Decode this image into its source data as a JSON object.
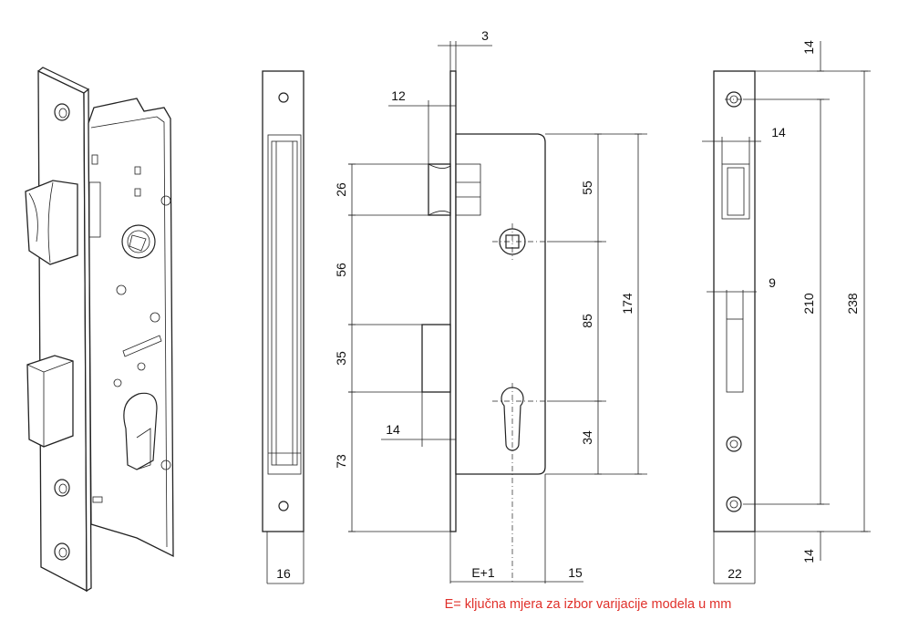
{
  "dimensions": {
    "front_plate_width": "16",
    "backset_label": "E+1",
    "body_offset": "15",
    "faceplate_thickness": "3",
    "latch_projection": "12",
    "latch_height": "26",
    "latch_to_bolt_gap": "56",
    "bolt_height": "35",
    "bolt_to_bottom": "73",
    "bolt_projection": "14",
    "top_to_follower": "55",
    "follower_to_cylinder": "85",
    "cylinder_to_bottom": "34",
    "body_height": "174",
    "strike_top_margin": "14",
    "strike_bottom_margin": "14",
    "strike_hole_spacing": "210",
    "strike_total_height": "238",
    "strike_latch_hole_width": "14",
    "strike_bolt_hole_width": "9",
    "strike_width": "22"
  },
  "footnote": "E= ključna mjera za izbor varijacije modela u mm",
  "colors": {
    "footnote": "#e0302a",
    "lines": "#222222"
  }
}
